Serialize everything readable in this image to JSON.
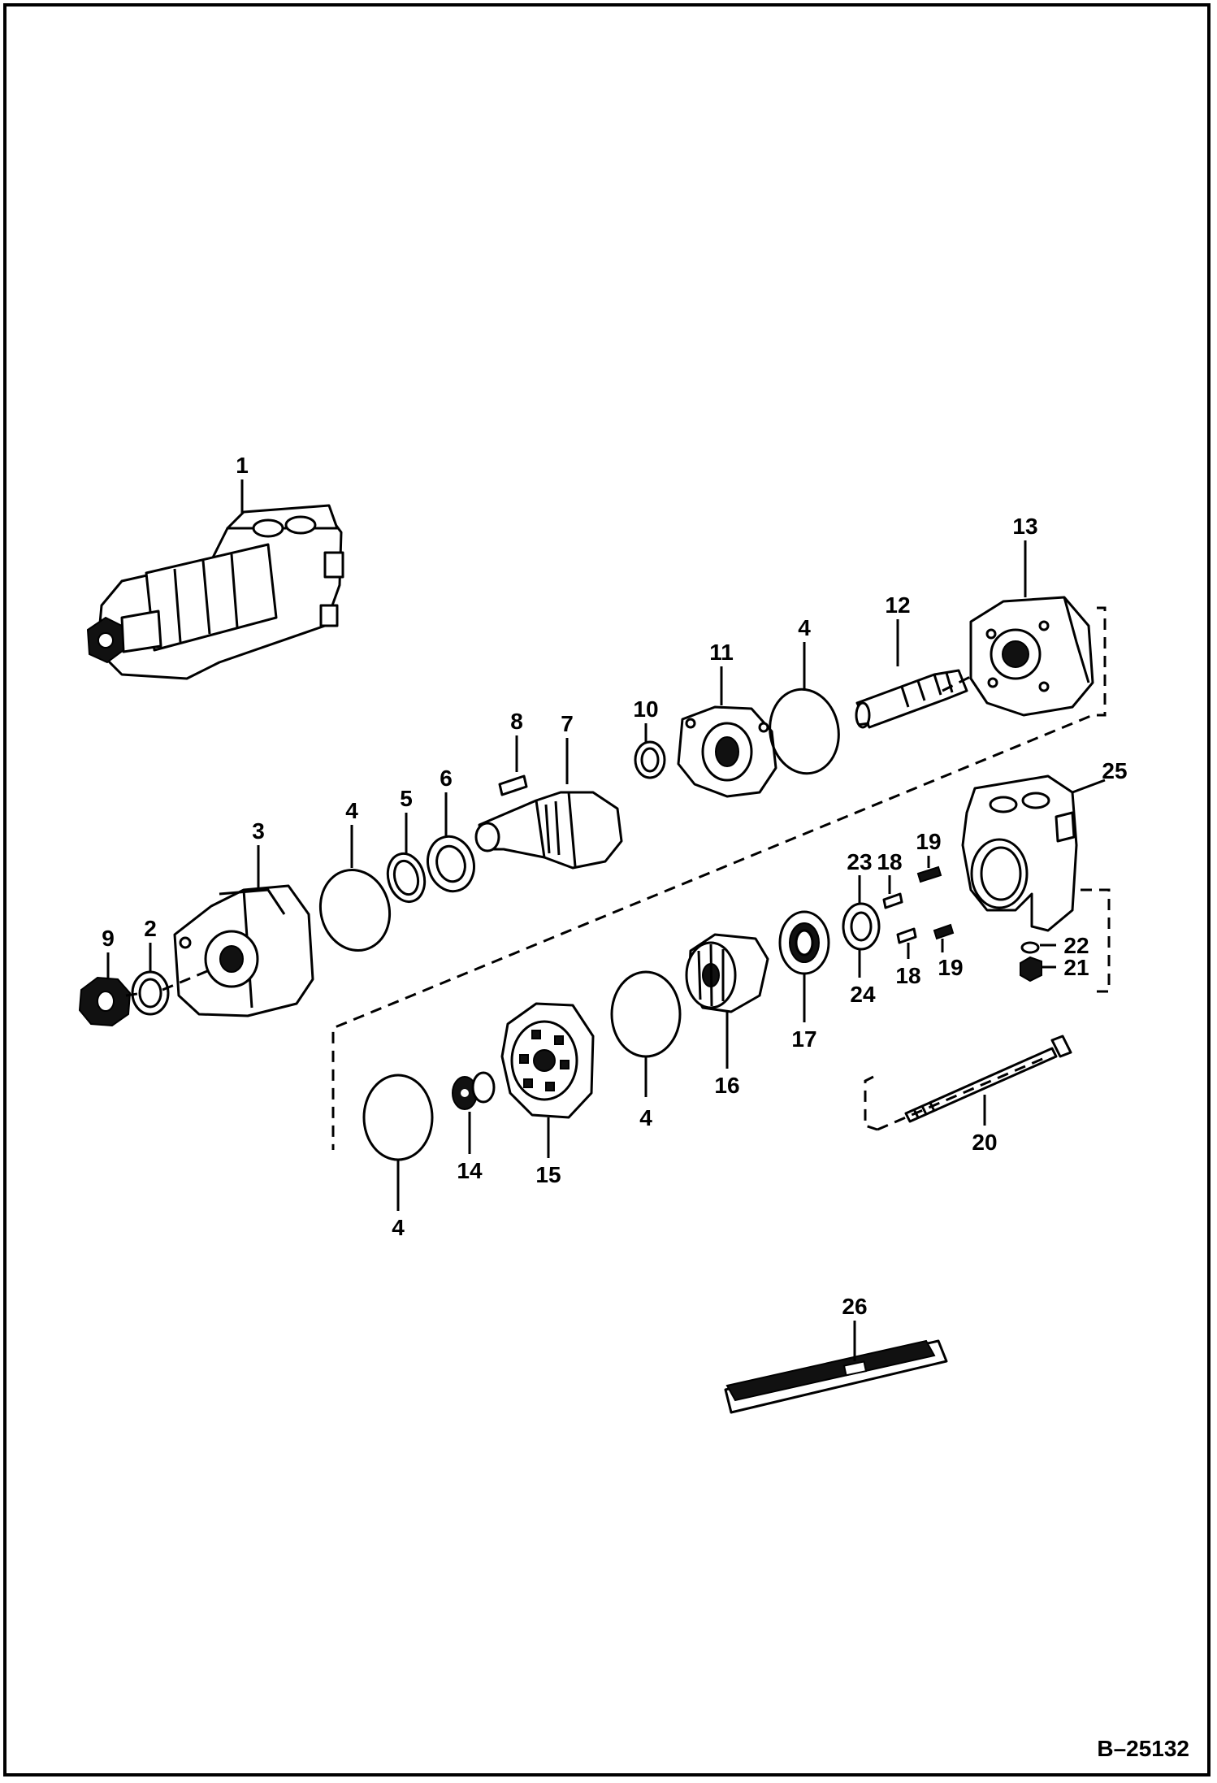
{
  "figure_id": "B–25132",
  "callouts": {
    "c1": "1",
    "c2": "2",
    "c3": "3",
    "c4a": "4",
    "c4b": "4",
    "c4c": "4",
    "c4d": "4",
    "c5": "5",
    "c6": "6",
    "c7": "7",
    "c8": "8",
    "c9": "9",
    "c10": "10",
    "c11": "11",
    "c12": "12",
    "c13": "13",
    "c14": "14",
    "c15": "15",
    "c16": "16",
    "c17": "17",
    "c18a": "18",
    "c18b": "18",
    "c19a": "19",
    "c19b": "19",
    "c20": "20",
    "c21": "21",
    "c22": "22",
    "c23": "23",
    "c24": "24",
    "c25": "25",
    "c26": "26"
  }
}
